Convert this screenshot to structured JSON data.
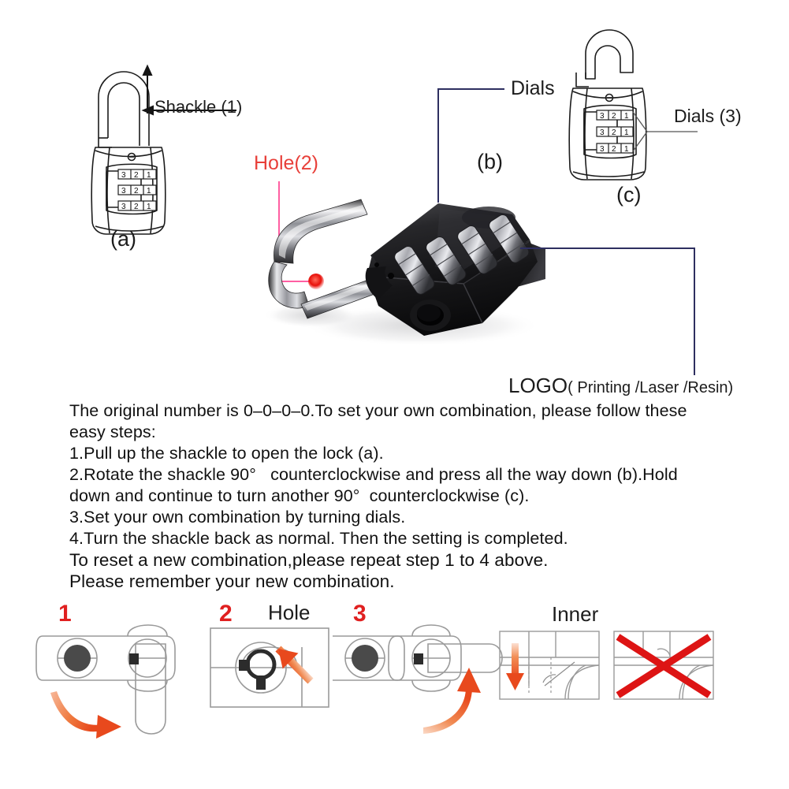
{
  "page": {
    "background": "#ffffff",
    "accent_red": "#e02020",
    "callout_navy": "#2e2f60",
    "callout_pink": "#ff5fa2",
    "label_red": "#e8403a"
  },
  "diagrams": {
    "lock_a": {
      "caption": "(a)",
      "callout_label": "Shackle (1)",
      "dial_digits": [
        "3",
        "2",
        "1"
      ],
      "dial_rows": 3
    },
    "lock_b": {
      "caption": "(b)",
      "callout_label": "Dials",
      "hole_label": "Hole(2)",
      "logo_label_bold": "LOGO",
      "logo_label_rest": "( Printing /Laser /Resin)"
    },
    "lock_c": {
      "caption": "(c)",
      "callout_label": "Dials (3)",
      "dial_digits": [
        "3",
        "2",
        "1"
      ],
      "dial_rows": 3
    }
  },
  "instructions": {
    "lines": [
      "The original number is 0–0–0–0.To set your own combination, please follow these",
      "easy steps:",
      "1.Pull up the shackle to open the lock (a).",
      "2.Rotate the shackle 90°   counterclockwise and press all the way down (b).Hold",
      "down and continue to turn another 90°  counterclockwise (c).",
      "3.Set your own combination by turning dials.",
      "4.Turn the shackle back as normal. Then the setting is completed.",
      "To reset a new combination,please repeat step 1 to 4 above.",
      "Please remember your new combination."
    ]
  },
  "bottom_steps": [
    {
      "number": "1",
      "label": ""
    },
    {
      "number": "2",
      "label": "Hole"
    },
    {
      "number": "3",
      "label": ""
    }
  ],
  "bottom_inner": {
    "label": "Inner",
    "correct_panel": "arrow-down-correct",
    "wrong_panel": "red-cross-wrong"
  }
}
